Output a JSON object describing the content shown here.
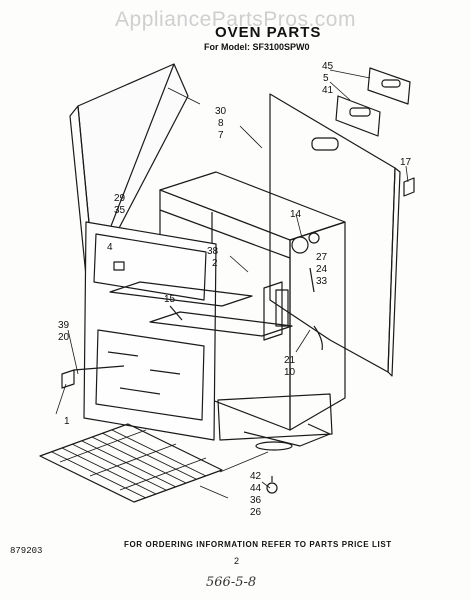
{
  "watermark": "AppliancePartsPros.com",
  "title": "OVEN PARTS",
  "subtitle": "For Model: SF3100SPW0",
  "labels": {
    "l45": "45",
    "l5": "5",
    "l41": "41",
    "l30": "30",
    "l8": "8",
    "l7": "7",
    "l17": "17",
    "l29": "29",
    "l35": "35",
    "l14": "14",
    "l4": "4",
    "l38": "38",
    "l2": "2",
    "l27": "27",
    "l24": "24",
    "l33": "33",
    "l15": "15",
    "l39": "39",
    "l20": "20",
    "l21": "21",
    "l10": "10",
    "l1": "1",
    "l42": "42",
    "l44": "44",
    "l36": "36",
    "l26": "26"
  },
  "footer_note": "FOR ORDERING INFORMATION REFER TO PARTS PRICE LIST",
  "page_number": "2",
  "doc_code": "879203",
  "handwritten_note": "566-5-8"
}
